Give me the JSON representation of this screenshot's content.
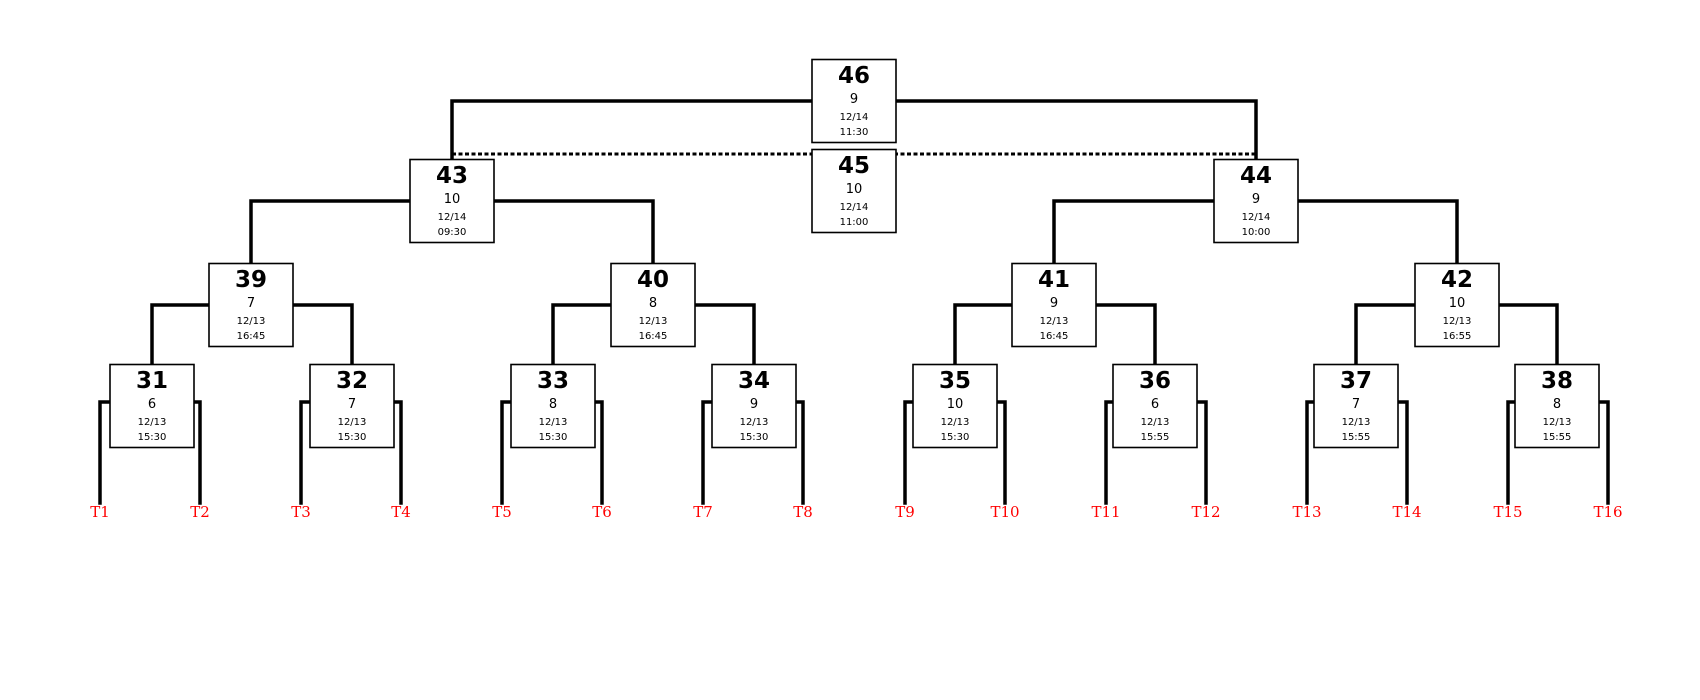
{
  "colors": {
    "line": "#000000",
    "team_label": "#ff0000"
  },
  "matches": [
    {
      "id": "31",
      "num": "31",
      "score": "6",
      "date": "12/13",
      "time": "15:30"
    },
    {
      "id": "32",
      "num": "32",
      "score": "7",
      "date": "12/13",
      "time": "15:30"
    },
    {
      "id": "33",
      "num": "33",
      "score": "8",
      "date": "12/13",
      "time": "15:30"
    },
    {
      "id": "34",
      "num": "34",
      "score": "9",
      "date": "12/13",
      "time": "15:30"
    },
    {
      "id": "35",
      "num": "35",
      "score": "10",
      "date": "12/13",
      "time": "15:30"
    },
    {
      "id": "36",
      "num": "36",
      "score": "6",
      "date": "12/13",
      "time": "15:55"
    },
    {
      "id": "37",
      "num": "37",
      "score": "7",
      "date": "12/13",
      "time": "15:55"
    },
    {
      "id": "38",
      "num": "38",
      "score": "8",
      "date": "12/13",
      "time": "15:55"
    },
    {
      "id": "39",
      "num": "39",
      "score": "7",
      "date": "12/13",
      "time": "16:45"
    },
    {
      "id": "40",
      "num": "40",
      "score": "8",
      "date": "12/13",
      "time": "16:45"
    },
    {
      "id": "41",
      "num": "41",
      "score": "9",
      "date": "12/13",
      "time": "16:45"
    },
    {
      "id": "42",
      "num": "42",
      "score": "10",
      "date": "12/13",
      "time": "16:55"
    },
    {
      "id": "43",
      "num": "43",
      "score": "10",
      "date": "12/14",
      "time": "09:30"
    },
    {
      "id": "44",
      "num": "44",
      "score": "9",
      "date": "12/14",
      "time": "10:00"
    },
    {
      "id": "45",
      "num": "45",
      "score": "10",
      "date": "12/14",
      "time": "11:00"
    },
    {
      "id": "46",
      "num": "46",
      "score": "9",
      "date": "12/14",
      "time": "11:30"
    }
  ],
  "teams": [
    "T1",
    "T2",
    "T3",
    "T4",
    "T5",
    "T6",
    "T7",
    "T8",
    "T9",
    "T10",
    "T11",
    "T12",
    "T13",
    "T14",
    "T15",
    "T16"
  ]
}
